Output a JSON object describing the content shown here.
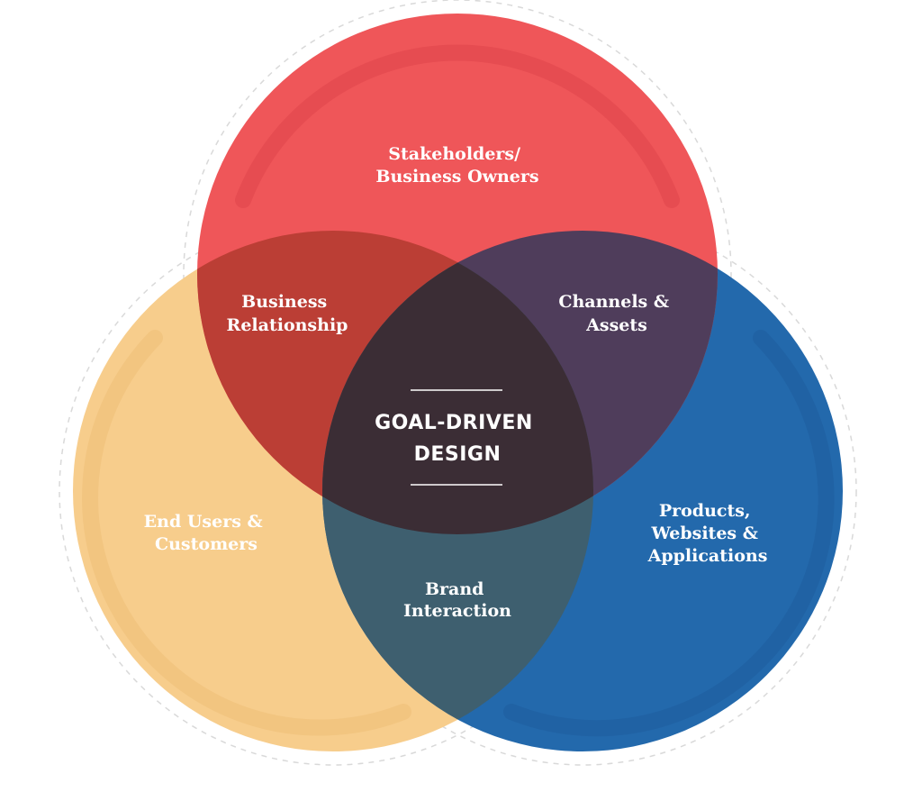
{
  "colors": {
    "top_circle": "#ef5659",
    "left_circle": "#f7cd8c",
    "right_circle": "#2369ac",
    "overlap_top_left": "#bb3e35",
    "overlap_top_right": "#4f3d5b",
    "overlap_left_right": "#3e5f6f",
    "overlap_center": "#3b2d35",
    "label_text": "#ffffff",
    "dashed_outline": "#d9d9d9"
  },
  "circles": {
    "top": {
      "label_lines": [
        "Stakeholders/",
        "Business Owners"
      ]
    },
    "left": {
      "label_lines": [
        "End Users &",
        "Customers"
      ]
    },
    "right": {
      "label_lines": [
        "Products,",
        "Websites &",
        "Applications"
      ]
    }
  },
  "overlaps": {
    "top_left": {
      "label_lines": [
        "Business",
        "Relationship"
      ]
    },
    "top_right": {
      "label_lines": [
        "Channels &",
        "Assets"
      ]
    },
    "left_right": {
      "label_lines": [
        "Brand",
        "Interaction"
      ]
    },
    "center": {
      "label_lines": [
        "GOAL-DRIVEN",
        "DESIGN"
      ]
    }
  }
}
